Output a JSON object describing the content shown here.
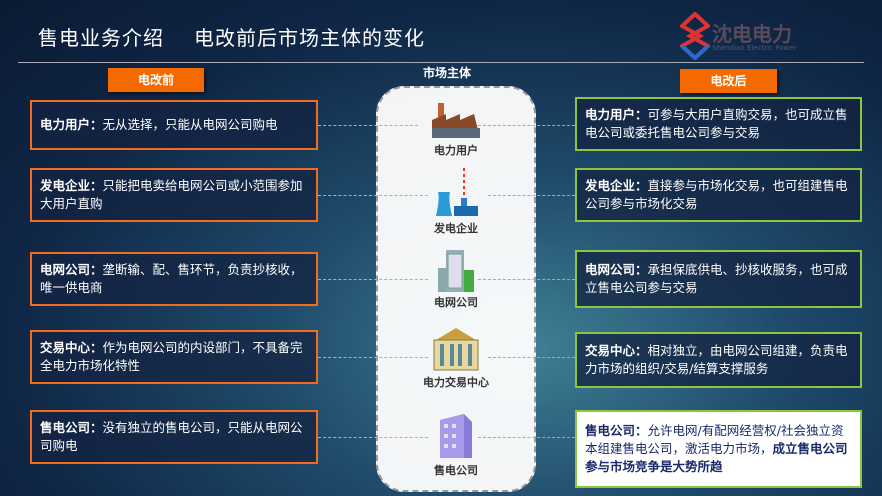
{
  "header": {
    "section": "售电业务介绍",
    "title": "电改前后市场主体的变化"
  },
  "logo": {
    "name": "沈电电力",
    "subtitle": "Shendian Electric Power"
  },
  "labels": {
    "before": "电改前",
    "after": "电改后",
    "center": "市场主体"
  },
  "entities": [
    {
      "name": "电力用户",
      "icon": "factory-icon"
    },
    {
      "name": "发电企业",
      "icon": "power-plant-icon"
    },
    {
      "name": "电网公司",
      "icon": "grid-building-icon"
    },
    {
      "name": "电力交易中心",
      "icon": "trading-center-icon"
    },
    {
      "name": "售电公司",
      "icon": "office-building-icon"
    }
  ],
  "before": [
    {
      "k": "电力用户：",
      "v": "无从选择，只能从电网公司购电"
    },
    {
      "k": "发电企业：",
      "v": "只能把电卖给电网公司或小范围参加大用户直购"
    },
    {
      "k": "电网公司：",
      "v": "垄断输、配、售环节，负责抄核收，唯一供电商"
    },
    {
      "k": "交易中心：",
      "v": "作为电网公司的内设部门，不具备完全电力市场化特性"
    },
    {
      "k": "售电公司：",
      "v": "没有独立的售电公司，只能从电网公司购电"
    }
  ],
  "after": [
    {
      "k": "电力用户：",
      "v": "可参与大用户直购交易，也可成立售电公司或委托售电公司参与交易"
    },
    {
      "k": "发电企业：",
      "v": "直接参与市场化交易，也可组建售电公司参与市场化交易"
    },
    {
      "k": "电网公司：",
      "v": "承担保底供电、抄核收服务，也可成立售电公司参与交易"
    },
    {
      "k": "交易中心：",
      "v": "相对独立，由电网公司组建，负责电力市场的组织/交易/结算支撑服务"
    },
    {
      "k": "售电公司：",
      "v": "允许电网/有配网经营权/社会独立资本组建售电公司，激活电力市场，",
      "v2": "成立售电公司参与市场竞争是大势所趋"
    }
  ],
  "colors": {
    "orange": "#f36b1c",
    "green": "#8cc63f"
  }
}
